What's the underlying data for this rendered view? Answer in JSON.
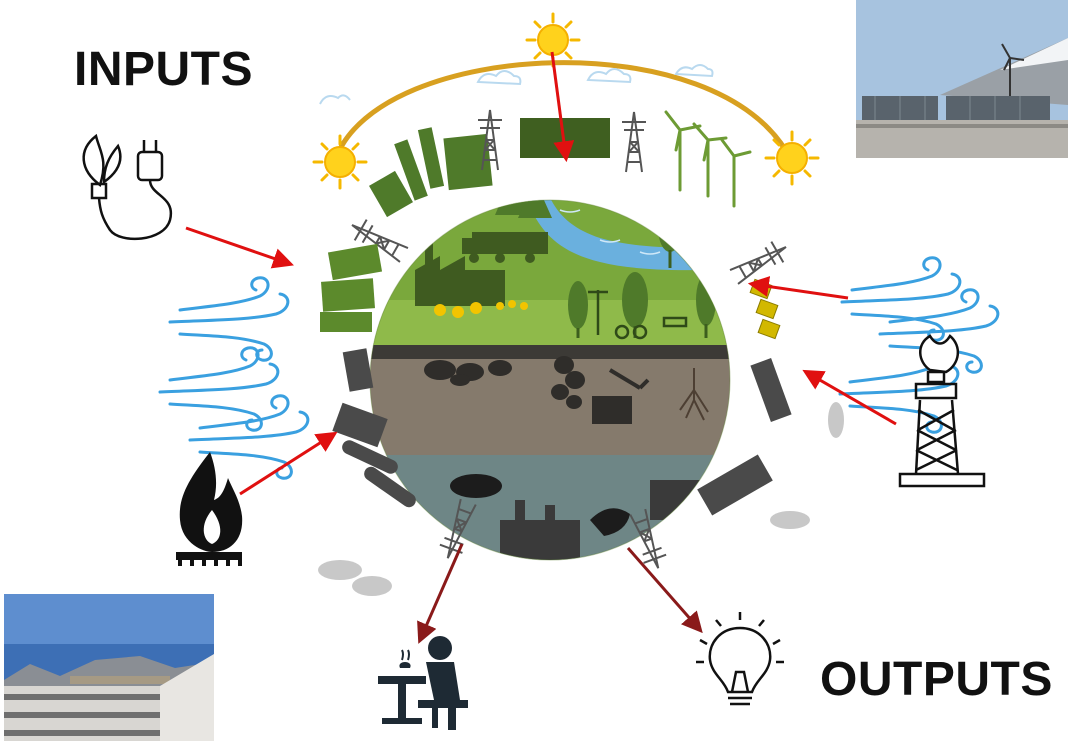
{
  "labels": {
    "inputs": "INPUTS",
    "outputs": "OUTPUTS"
  },
  "photos": {
    "top_right": "solar-panels-and-wind-turbine-rooftop-photo",
    "bottom_left": "courtyard-building-with-rooftop-solar-photo"
  },
  "icons": {
    "inputs": [
      "biomass-plug-icon",
      "wind-icon",
      "flame-burner-icon",
      "oil-derrick-icon",
      "sun-icon"
    ],
    "outputs": [
      "person-eating-icon",
      "light-bulb-icon"
    ]
  },
  "colors": {
    "input_arrow": "#e01010",
    "output_arrow": "#8a1a1a",
    "sun_arc": "#d8a020",
    "globe_green": "#7aa83c",
    "globe_soil": "#857a6c",
    "globe_water": "#6e8686",
    "wind_blue": "#3aa0e0"
  }
}
